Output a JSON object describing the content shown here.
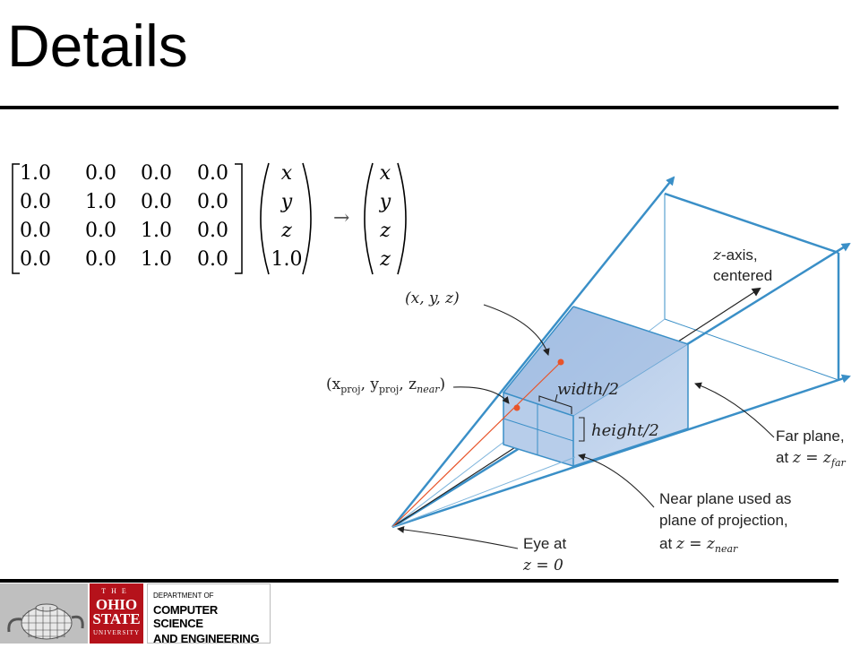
{
  "slide": {
    "title": "Details"
  },
  "matrix": {
    "rows": [
      [
        "1.0",
        "0.0",
        "0.0",
        "0.0"
      ],
      [
        "0.0",
        "1.0",
        "0.0",
        "0.0"
      ],
      [
        "0.0",
        "0.0",
        "1.0",
        "0.0"
      ],
      [
        "0.0",
        "0.0",
        "1.0",
        "0.0"
      ]
    ],
    "input_vector": [
      "x",
      "y",
      "z",
      "1.0"
    ],
    "arrow": "→",
    "output_vector": [
      "x",
      "y",
      "z",
      "z"
    ]
  },
  "diagram": {
    "point_label": "(x, y, z)",
    "proj_label_parts": [
      "(x",
      "proj",
      ", y",
      "proj",
      ", z",
      "near",
      ")"
    ],
    "width_label": "width/2",
    "height_label": "height/2",
    "z_axis_label_1": "-axis,",
    "z_axis_label_z": "z",
    "z_axis_label_2": "centered",
    "far_plane_1": "Far plane,",
    "far_plane_2_prefix": "at ",
    "far_plane_2_eq": "z = z",
    "far_plane_2_sub": "far",
    "near_plane_1": "Near plane used as",
    "near_plane_2": "plane of projection,",
    "near_plane_3_prefix": "at ",
    "near_plane_3_eq": "z = z",
    "near_plane_3_sub": "near",
    "eye_1": "Eye at",
    "eye_2": "z = 0",
    "colors": {
      "frustum": "#3a8fc7",
      "box_fill": "#b3c9e8",
      "point": "#e8542a"
    }
  },
  "footer": {
    "logo_line1": "THE",
    "logo_line2": "OHIO",
    "logo_line3": "STATE",
    "logo_line4": "UNIVERSITY",
    "dept_line1": "DEPARTMENT OF",
    "dept_line2": "COMPUTER SCIENCE",
    "dept_line3": "AND ENGINEERING"
  }
}
